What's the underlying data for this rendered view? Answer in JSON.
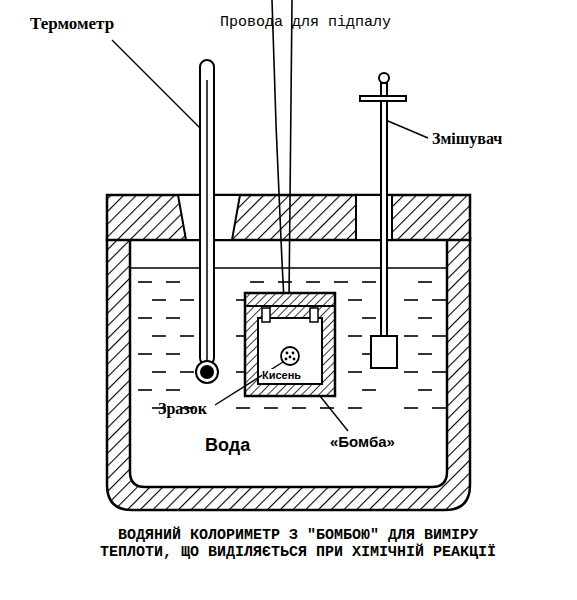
{
  "diagram": {
    "caption": "ВОДЯНИЙ КОЛОРИМЕТР З \"БОМБОЮ\" ДЛЯ ВИМІРУ ТЕПЛОТИ, ЩО ВИДІЛЯЄТЬСЯ ПРИ ХІМІЧНІЙ РЕАКЦІЇ",
    "labels": [
      "Термометр",
      "Провода для підпалу",
      "Змішувач",
      "Кисень",
      "Зразок",
      "Вода",
      "«Бомба»"
    ]
  }
}
